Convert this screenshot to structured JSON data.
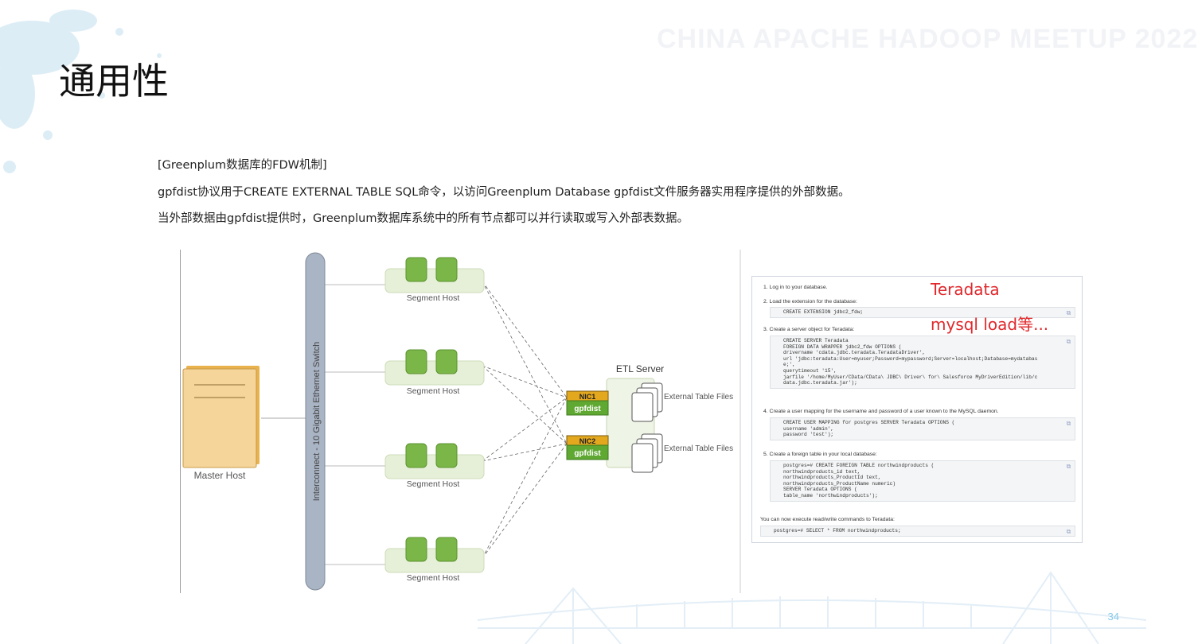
{
  "slide": {
    "watermark": "CHINA APACHE HADOOP MEETUP 2022",
    "title": "通用性",
    "page_number": "34"
  },
  "text": {
    "line1": "[Greenplum数据库的FDW机制]",
    "line2": "gpfdist协议用于CREATE EXTERNAL TABLE SQL命令，以访问Greenplum Database gpfdist文件服务器实用程序提供的外部数据。",
    "line3": "当外部数据由gpfdist提供时，Greenplum数据库系统中的所有节点都可以并行读取或写入外部表数据。"
  },
  "diagram": {
    "master_label": "Master Host",
    "switch_label": "Interconnect - 10 Gigabit Ethernet Switch",
    "segment_labels": [
      "Segment Host",
      "Segment Host",
      "Segment Host",
      "Segment Host"
    ],
    "etl_label": "ETL Server",
    "nic1": "NIC1",
    "nic2": "NIC2",
    "gpfdist1": "gpfdist",
    "gpfdist2": "gpfdist",
    "files1": "External Table Files",
    "files2": "External Table Files",
    "colors": {
      "db_green": "#7ab648",
      "host_bg": "#e6efd7",
      "switch": "#a9b4c4",
      "master_fill": "#f6d59a",
      "nic_fill": "#e4a81e",
      "gpfdist_fill": "#5fa832"
    }
  },
  "code_panel": {
    "overlay1": "Teradata",
    "overlay2": "mysql load等...",
    "steps": [
      "1. Log in to your database.",
      "2. Load the extension for the database:",
      "3. Create a server object for Teradata:",
      "4. Create a user mapping for the username and password of a user known to the MySQL daemon.",
      "5. Create a foreign table in your local database:",
      "You can now execute read/write commands to Teradata:"
    ],
    "code2": [
      "CREATE EXTENSION jdbc2_fdw;"
    ],
    "code3": [
      "CREATE SERVER Teradata",
      "FOREIGN DATA WRAPPER jdbc2_fdw OPTIONS (",
      "drivername 'cdata.jdbc.teradata.TeradataDriver',",
      "url 'jdbc:teradata:User=myuser;Password=mypassword;Server=localhost;Database=mydatabas",
      "  e;',",
      "querytimeout '15',",
      "jarfile '/home/MyUser/CData/CData\\ JDBC\\ Driver\\ for\\ Salesforce MyDriverEdition/lib/c",
      "  data.jdbc.teradata.jar');"
    ],
    "code4": [
      "CREATE USER MAPPING for postgres SERVER Teradata OPTIONS (",
      "username 'admin',",
      "password 'test');"
    ],
    "code5": [
      "postgres=# CREATE FOREIGN TABLE northwindproducts (",
      "northwindproducts_id text,",
      "northwindproducts_ProductId text,",
      "northwindproducts_ProductName numeric)",
      "SERVER Teradata OPTIONS (",
      "table_name 'northwindproducts');"
    ],
    "code6": [
      "postgres=# SELECT * FROM northwindproducts;"
    ]
  }
}
